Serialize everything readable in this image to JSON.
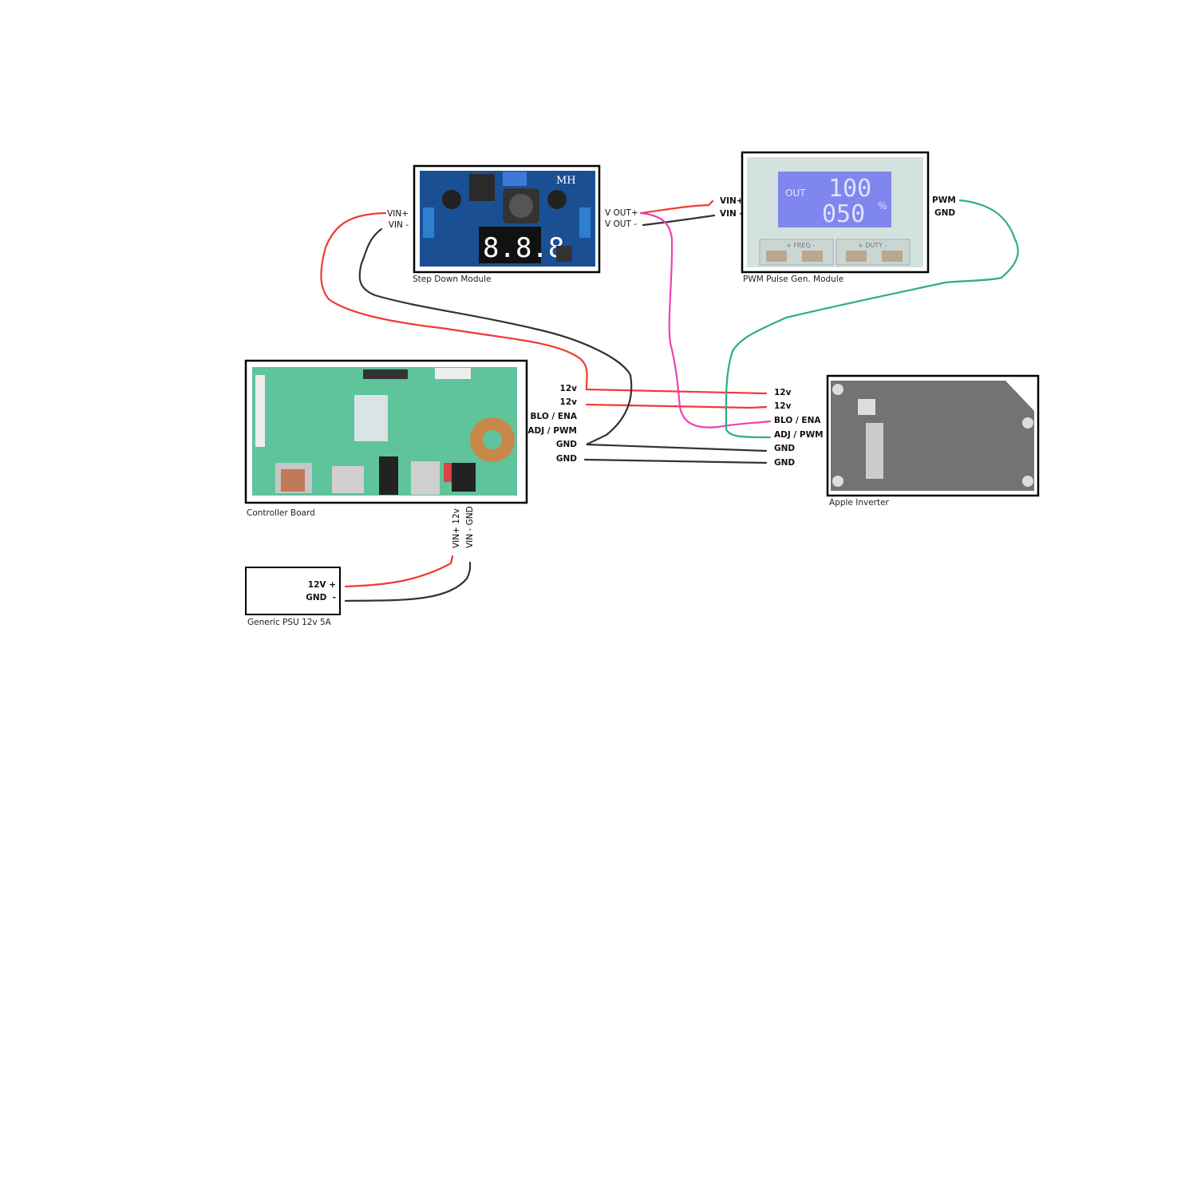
{
  "modules": {
    "step_down": {
      "caption": "Step Down Module",
      "vin_plus": "VIN+",
      "vin_minus": "VIN -",
      "vout_plus": "V OUT+",
      "vout_minus": "V OUT -",
      "brand": "MH",
      "display": "8.8.8"
    },
    "pwm": {
      "caption": "PWM Pulse Gen. Module",
      "vin_plus": "VIN+",
      "vin_minus": "VIN -",
      "pwm": "PWM",
      "gnd": "GND",
      "lcd_out": "OUT",
      "lcd_top": "100",
      "lcd_bottom": "050",
      "lcd_unit": "%",
      "freq": "FREQ",
      "duty": "DUTY"
    },
    "controller": {
      "caption": "Controller Board",
      "pins": [
        "12v",
        "12v",
        "BLO / ENA",
        "ADJ / PWM",
        "GND",
        "GND"
      ],
      "power_in_plus": "VIN+   12v",
      "power_in_minus": "VIN - GND"
    },
    "inverter": {
      "caption": "Apple Inverter",
      "pins": [
        "12v",
        "12v",
        "BLO / ENA",
        "ADJ / PWM",
        "GND",
        "GND"
      ]
    },
    "psu": {
      "caption": "Generic PSU 12v 5A",
      "plus": "12V +",
      "minus": "GND  -"
    }
  },
  "colors": {
    "red": "#f03a34",
    "black": "#333333",
    "pink": "#ee3fb6",
    "green": "#2fae84"
  }
}
